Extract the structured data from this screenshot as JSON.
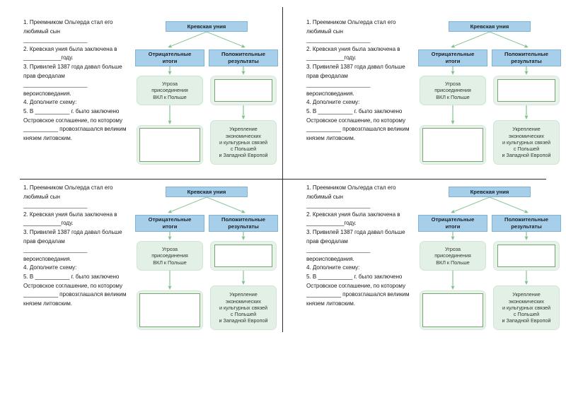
{
  "page": {
    "background_color": "#ffffff",
    "layout": "4-up worksheet, identical quadrants",
    "divider_color": "#2b2b2b"
  },
  "colors": {
    "blue_fill": "#a8cfe9",
    "blue_border": "#7fb4d8",
    "green_fill": "#e2f0e5",
    "green_border": "#cfe4d4",
    "green_stroke": "#6fa96d",
    "arrow": "#7fbf8a",
    "text": "#1c1c1c"
  },
  "worksheet": {
    "questions": [
      "1. Преемником Ольгерда стал его любимый сын",
      "_______________________",
      "2. Кревская уния была заключена в ____________году.",
      "3. Привилей 1387 года давал больше прав феодалам",
      "_______________________",
      "вероисповедания.",
      "4. Дополните схему:",
      "5. В ___________ г. было заключено Островское соглашение, по которому ___________ провозглашался великим князем литовским."
    ]
  },
  "chart_data": {
    "type": "diagram",
    "title": "Кревская уния",
    "orientation": "top-down",
    "nodes": [
      {
        "id": "root",
        "label": "Кревская уния",
        "style": "blue",
        "filled": true
      },
      {
        "id": "neg",
        "label": "Отрицательные итоги",
        "style": "blue",
        "filled": true
      },
      {
        "id": "pos",
        "label": "Положительные результаты",
        "style": "blue",
        "filled": true
      },
      {
        "id": "neg1",
        "label": "Угроза присоединения ВКЛ к Польше",
        "style": "green",
        "filled": true
      },
      {
        "id": "pos1",
        "label": "",
        "style": "green",
        "filled": false
      },
      {
        "id": "neg2",
        "label": "",
        "style": "green",
        "filled": false
      },
      {
        "id": "pos2",
        "label": "Укрепление экономических и культурных связей с Польшей и Западной Европой",
        "style": "green",
        "filled": true
      }
    ],
    "edges": [
      {
        "from": "root",
        "to": "neg"
      },
      {
        "from": "root",
        "to": "pos"
      },
      {
        "from": "neg",
        "to": "neg1"
      },
      {
        "from": "pos",
        "to": "pos1"
      },
      {
        "from": "neg1",
        "to": "neg2"
      },
      {
        "from": "pos1",
        "to": "pos2"
      }
    ]
  },
  "chart_labels": {
    "root": "Кревская уния",
    "negative_header_line1": "Отрицательные",
    "negative_header_line2": "итоги",
    "positive_header_line1": "Положительные",
    "positive_header_line2": "результаты",
    "neg1_line1": "Угроза",
    "neg1_line2": "присоединения",
    "neg1_line3": "ВКЛ к Польше",
    "pos2_line1": "Укрепление",
    "pos2_line2": "экономических",
    "pos2_line3": "и культурных связей",
    "pos2_line4": "с Польшей",
    "pos2_line5": "и Западной Европой"
  }
}
